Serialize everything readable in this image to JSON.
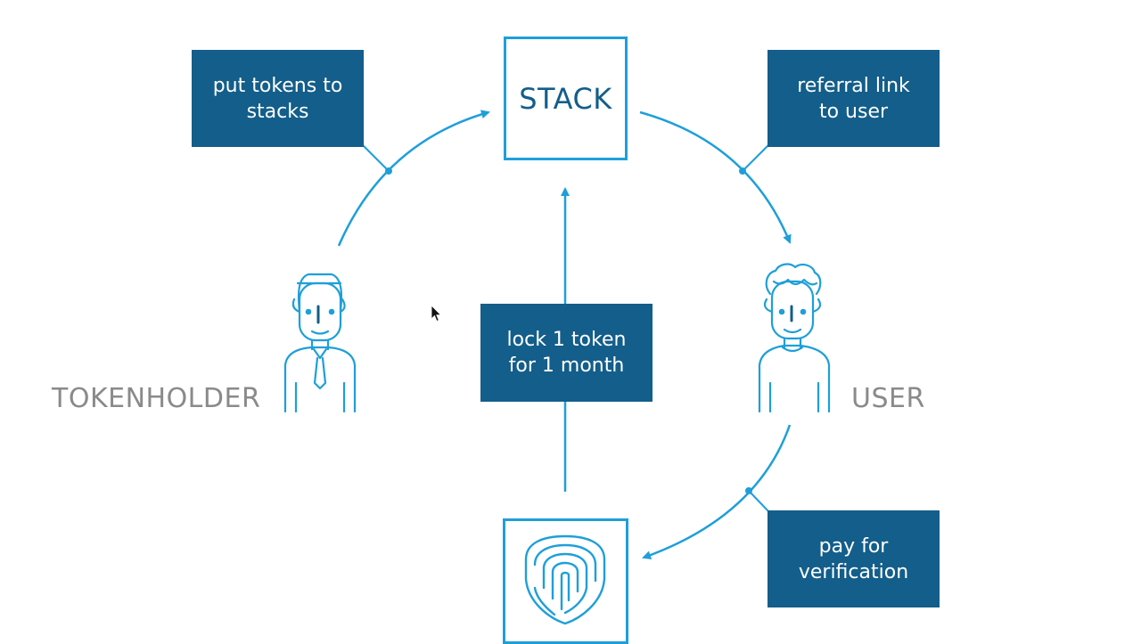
{
  "nodes": {
    "stack": {
      "label": "STACK"
    },
    "verification": {
      "icon": "fingerprint-shield-icon"
    },
    "tokenholder": {
      "label": "TOKENHOLDER",
      "icon": "businessman-icon"
    },
    "user": {
      "label": "USER",
      "icon": "curly-hair-person-icon"
    }
  },
  "callouts": {
    "put_tokens": {
      "line1": "put tokens to",
      "line2": "stacks"
    },
    "referral": {
      "line1": "referral link",
      "line2": "to user"
    },
    "lock": {
      "line1": "lock 1 token",
      "line2": "for 1 month"
    },
    "pay": {
      "line1": "pay for",
      "line2": "verification"
    }
  },
  "colors": {
    "accent": "#1e9fd9",
    "box_fill": "#135e8a",
    "label_gray": "#8a8a8a",
    "callout_text": "#ffffff"
  },
  "cursor": {
    "icon": "mouse-pointer-icon"
  }
}
